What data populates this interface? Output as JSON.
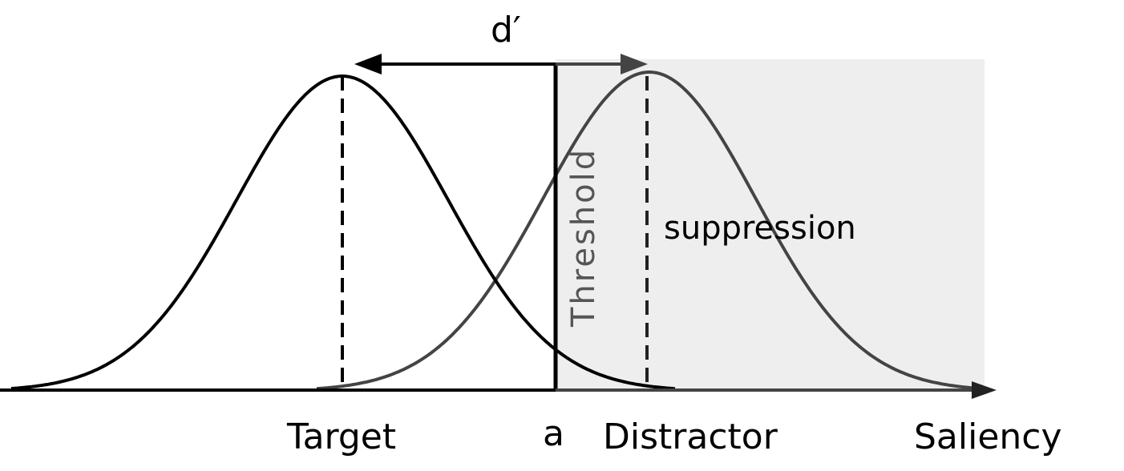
{
  "diagram": {
    "labels": {
      "d_prime": "d′",
      "target": "Target",
      "a": "a",
      "distractor": "Distractor",
      "saliency": "Saliency",
      "threshold": "Threshold",
      "suppression": "suppression"
    },
    "colors": {
      "target_curve": "#000000",
      "distractor_curve": "#444444",
      "suppression_region": "#eeeeee",
      "axis": "#000000",
      "threshold_text": "#555555"
    }
  }
}
